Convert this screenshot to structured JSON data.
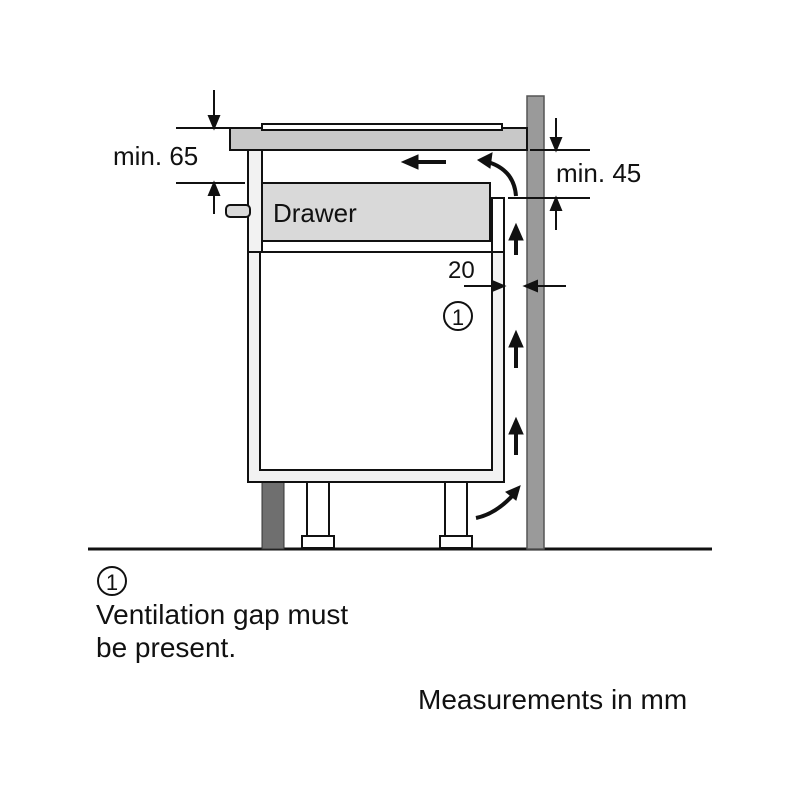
{
  "labels": {
    "min65": "min. 65",
    "min45": "min. 45",
    "drawer": "Drawer",
    "gap20": "20",
    "marker": "1"
  },
  "note": {
    "marker": "1",
    "line1": "Ventilation gap must",
    "line2": "be present."
  },
  "units": "Measurements in mm",
  "colors": {
    "line": "#111111",
    "wall": "#9a9a9a",
    "wall_dark": "#6f6f6f",
    "drawer_fill": "#d9d9d9",
    "hob_fill": "#c8c8c8",
    "cabinet_fill": "#f2f2f2"
  }
}
